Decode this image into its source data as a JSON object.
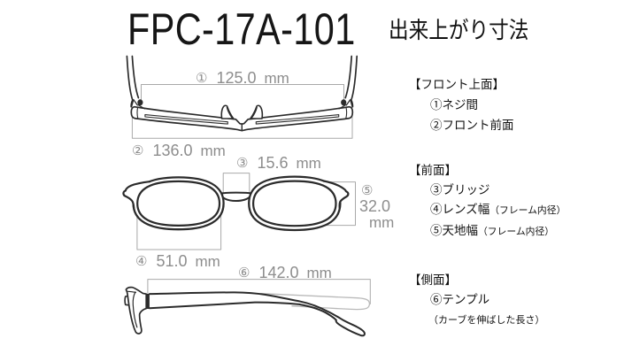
{
  "title": {
    "model": "FPC-17A-101",
    "subtitle": "出来上がり寸法"
  },
  "measurements": [
    {
      "num": "①",
      "value": "125.0",
      "unit": "mm"
    },
    {
      "num": "②",
      "value": "136.0",
      "unit": "mm"
    },
    {
      "num": "③",
      "value": "15.6",
      "unit": "mm"
    },
    {
      "num": "④",
      "value": "51.0",
      "unit": "mm"
    },
    {
      "num": "⑤",
      "value": "32.0",
      "unit": "mm"
    },
    {
      "num": "⑥",
      "value": "142.0",
      "unit": "mm"
    }
  ],
  "legend": {
    "sections": [
      {
        "heading": "【フロント上面】",
        "items": [
          {
            "num": "①",
            "label": "ネジ間"
          },
          {
            "num": "②",
            "label": "フロント前面"
          }
        ]
      },
      {
        "heading": "【前面】",
        "items": [
          {
            "num": "③",
            "label": "ブリッジ"
          },
          {
            "num": "④",
            "label": "レンズ幅",
            "note": "（フレーム内径）"
          },
          {
            "num": "⑤",
            "label": "天地幅",
            "note": "（フレーム内径）"
          }
        ]
      },
      {
        "heading": "【側面】",
        "items": [
          {
            "num": "⑥",
            "label": "テンプル"
          }
        ],
        "footnote": "（カーブを伸ばした長さ）"
      }
    ]
  },
  "colors": {
    "line_art": "#2b2b2b",
    "dimension_box": "#a9a9a9",
    "dimension_text": "#8d8d8d",
    "stretched_temple": "#b9b9b9",
    "text": "#121212",
    "background": "#ffffff"
  }
}
